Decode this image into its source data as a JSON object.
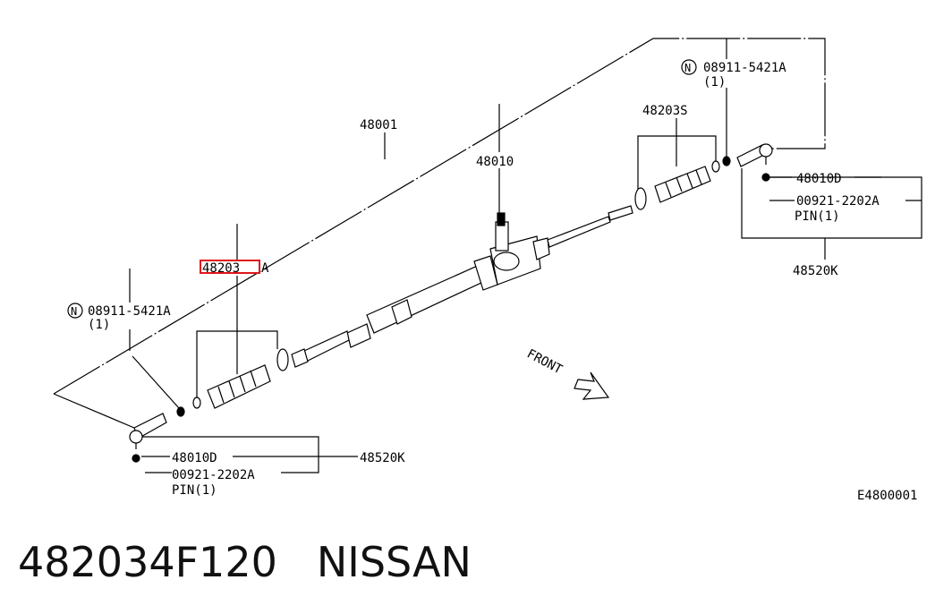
{
  "diagram": {
    "code": "E4800001",
    "labels": {
      "assembly": "48001",
      "gear": "48010",
      "boot_left": "48203",
      "boot_left_suffix": "A",
      "boot_right": "48203S",
      "nut_left": "08911-5421A",
      "nut_left_qty": "(1)",
      "nut_right": "08911-5421A",
      "nut_right_qty": "(1)",
      "nut_symbol": "N",
      "sub_left_nut": "48010D",
      "sub_left_pin_code": "00921-2202A",
      "sub_left_pin": "PIN(1)",
      "sub_right_nut": "48010D",
      "sub_right_pin_code": "00921-2202A",
      "sub_right_pin": "PIN(1)",
      "tie_rod_left": "48520K",
      "tie_rod_right": "48520K",
      "front": "FRONT"
    },
    "highlight_color": "#e0161b"
  },
  "caption": {
    "part_number": "482034F120",
    "brand": "NISSAN"
  }
}
